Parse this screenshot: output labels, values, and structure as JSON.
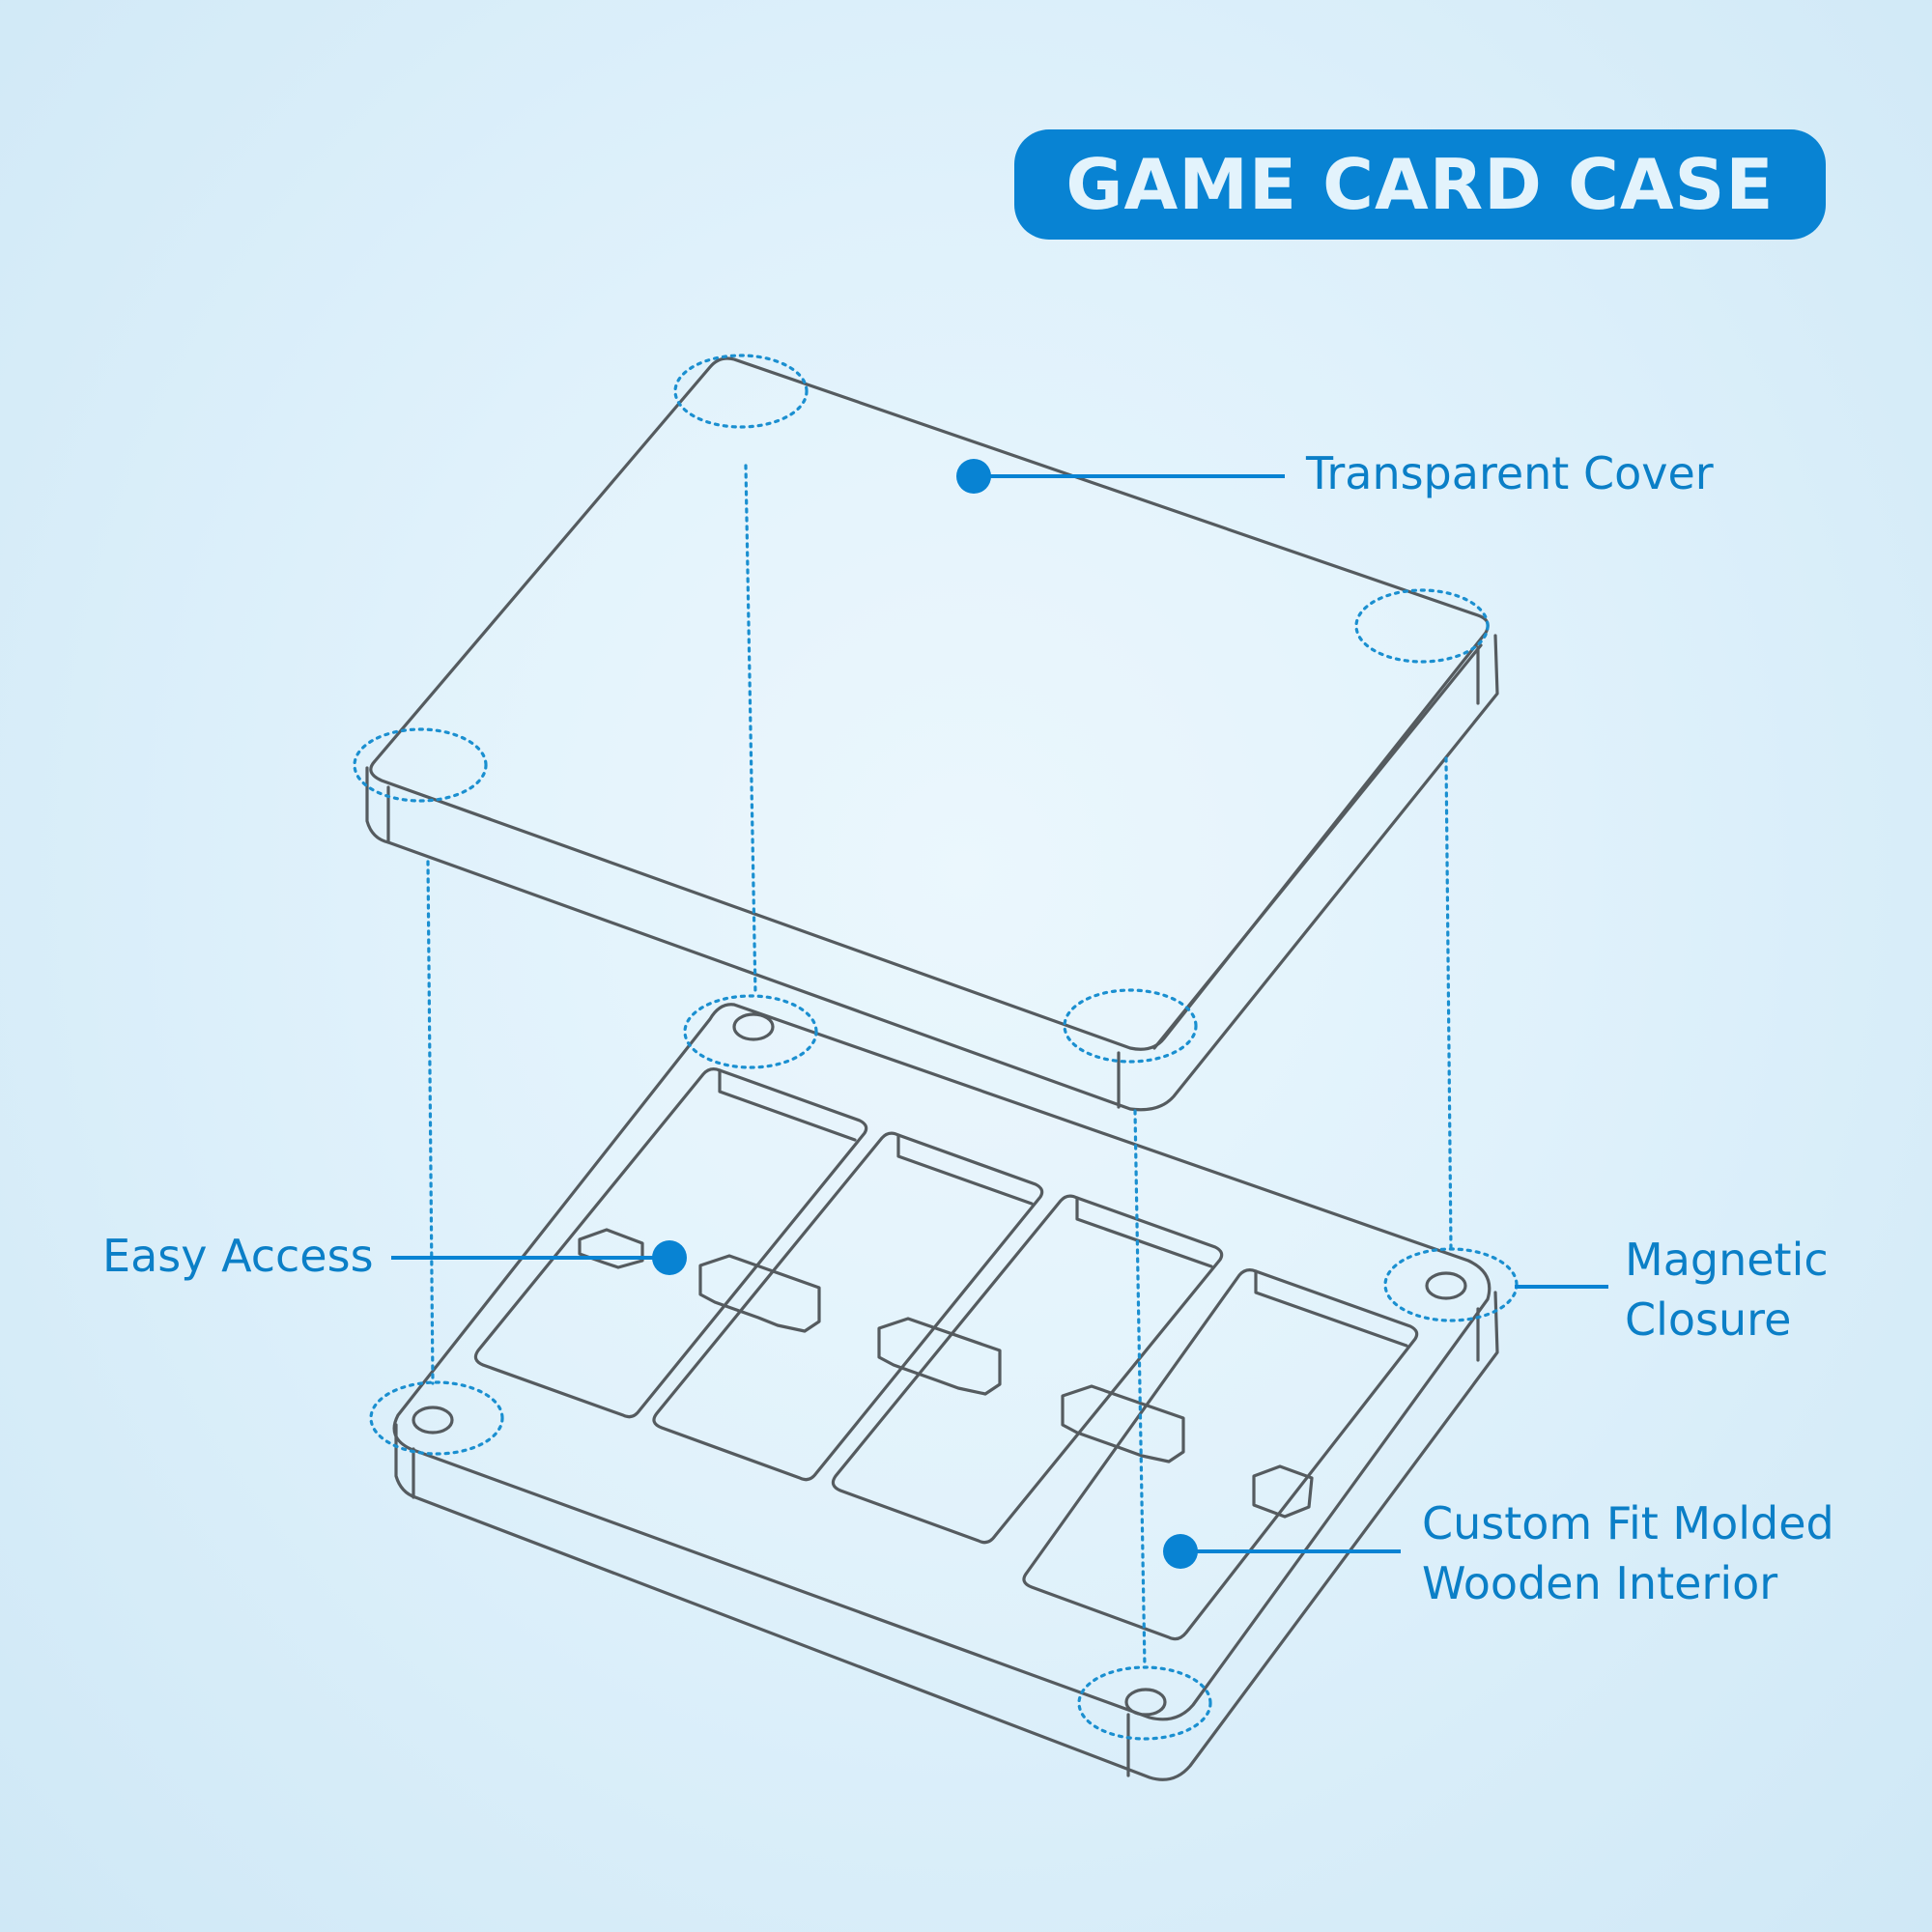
{
  "title": "GAME CARD CASE",
  "callouts": {
    "cover": "Transparent Cover",
    "access": "Easy Access",
    "magnetic_line1": "Magnetic",
    "magnetic_line2": "Closure",
    "interior_line1": "Custom Fit Molded",
    "interior_line2": "Wooden Interior"
  },
  "colors": {
    "accent": "#0883d3",
    "outline": "#555b5f",
    "background": "#dff1fb"
  }
}
